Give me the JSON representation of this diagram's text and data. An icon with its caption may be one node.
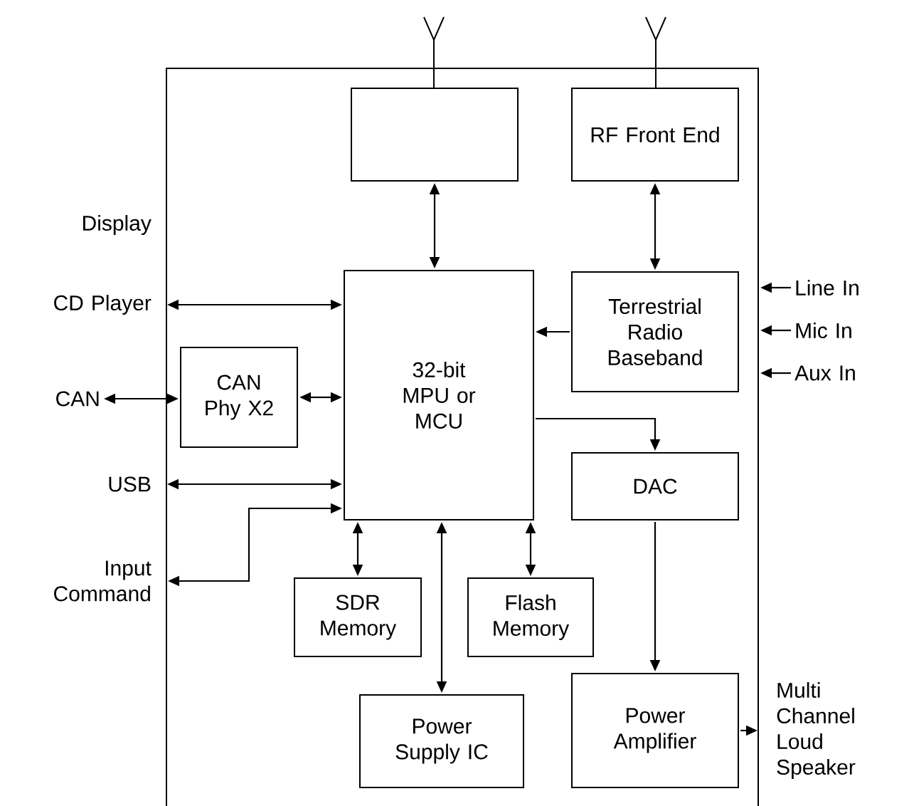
{
  "diagram": {
    "nodes": [
      {
        "text": [],
        "shape": "box"
      },
      {
        "text": [],
        "shape": "box",
        "in": 0
      },
      {
        "text": [
          "RF Front End"
        ],
        "in": 0
      },
      {
        "text": [
          "32-bit MPU or MCU"
        ],
        "in": 0
      },
      {
        "text": [
          "Terrestrial Radio Baseband"
        ],
        "in": 0
      },
      {
        "text": [
          "CAN Phy X2"
        ],
        "in": 0
      },
      {
        "text": [
          "DAC"
        ],
        "in": 0
      },
      {
        "text": [
          "SDR Memory"
        ],
        "in": 0
      },
      {
        "text": [
          "Flash Memory"
        ],
        "in": 0
      },
      {
        "text": [
          "Power Supply IC"
        ],
        "in": 0
      },
      {
        "text": [
          "Power Amplifier"
        ],
        "in": 0
      },
      {
        "text": [
          "CD Player"
        ]
      },
      {
        "text": [
          "CAN"
        ]
      },
      {
        "text": [
          "USB"
        ]
      },
      {
        "text": [
          "Input Command"
        ]
      },
      {
        "text": [
          "Line In"
        ]
      },
      {
        "text": [
          "Mic In"
        ]
      },
      {
        "text": [
          "Aux In"
        ]
      },
      {
        "text": [
          "Multi Channel Loud Speaker"
        ]
      }
    ],
    "edges": [
      {
        "from": 1,
        "to": 3,
        "arrow": "both"
      },
      {
        "from": 2,
        "to": 4,
        "arrow": "both"
      },
      {
        "from": 4,
        "to": 3,
        "arrow": "to"
      },
      {
        "from": 11,
        "to": 3,
        "arrow": "both"
      },
      {
        "from": 12,
        "to": 5,
        "arrow": "both"
      },
      {
        "from": 5,
        "to": 3,
        "arrow": "both"
      },
      {
        "from": 13,
        "to": 3,
        "arrow": "both"
      },
      {
        "from": 3,
        "to": 14,
        "arrow": "both"
      },
      {
        "from": 3,
        "to": 6,
        "arrow": "to"
      },
      {
        "from": 3,
        "to": 7,
        "arrow": "both"
      },
      {
        "from": 3,
        "to": 8,
        "arrow": "both"
      },
      {
        "from": 3,
        "to": 9,
        "arrow": "both"
      },
      {
        "from": 6,
        "to": 10,
        "arrow": "to"
      },
      {
        "from": 10,
        "to": 18,
        "arrow": "to"
      },
      {
        "from": 15,
        "to": 0,
        "arrow": "to"
      },
      {
        "from": 16,
        "to": 0,
        "arrow": "to"
      },
      {
        "from": 17,
        "to": 0,
        "arrow": "to"
      }
    ],
    "labels": [
      "Display"
    ]
  }
}
